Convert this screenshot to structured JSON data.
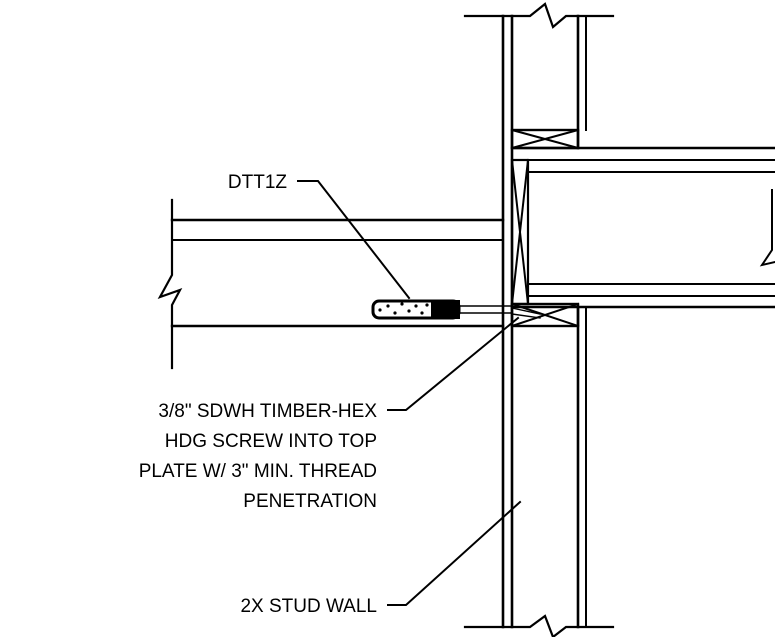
{
  "labels": {
    "connector": "DTT1Z",
    "screw_line1": "3/8\" SDWH TIMBER-HEX",
    "screw_line2": "HDG SCREW INTO TOP",
    "screw_line3": "PLATE W/ 3\" MIN. THREAD",
    "screw_line4": "PENETRATION",
    "wall": "2X STUD WALL"
  }
}
